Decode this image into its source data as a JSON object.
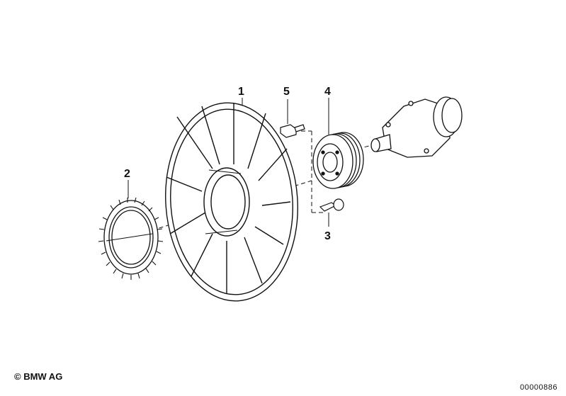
{
  "callouts": {
    "fan": "1",
    "viscous_coupling": "2",
    "screw_bottom": "3",
    "pulley": "4",
    "bolt_top": "5"
  },
  "footer": {
    "copyright": "© BMW AG",
    "diagram_id": "00000886"
  }
}
